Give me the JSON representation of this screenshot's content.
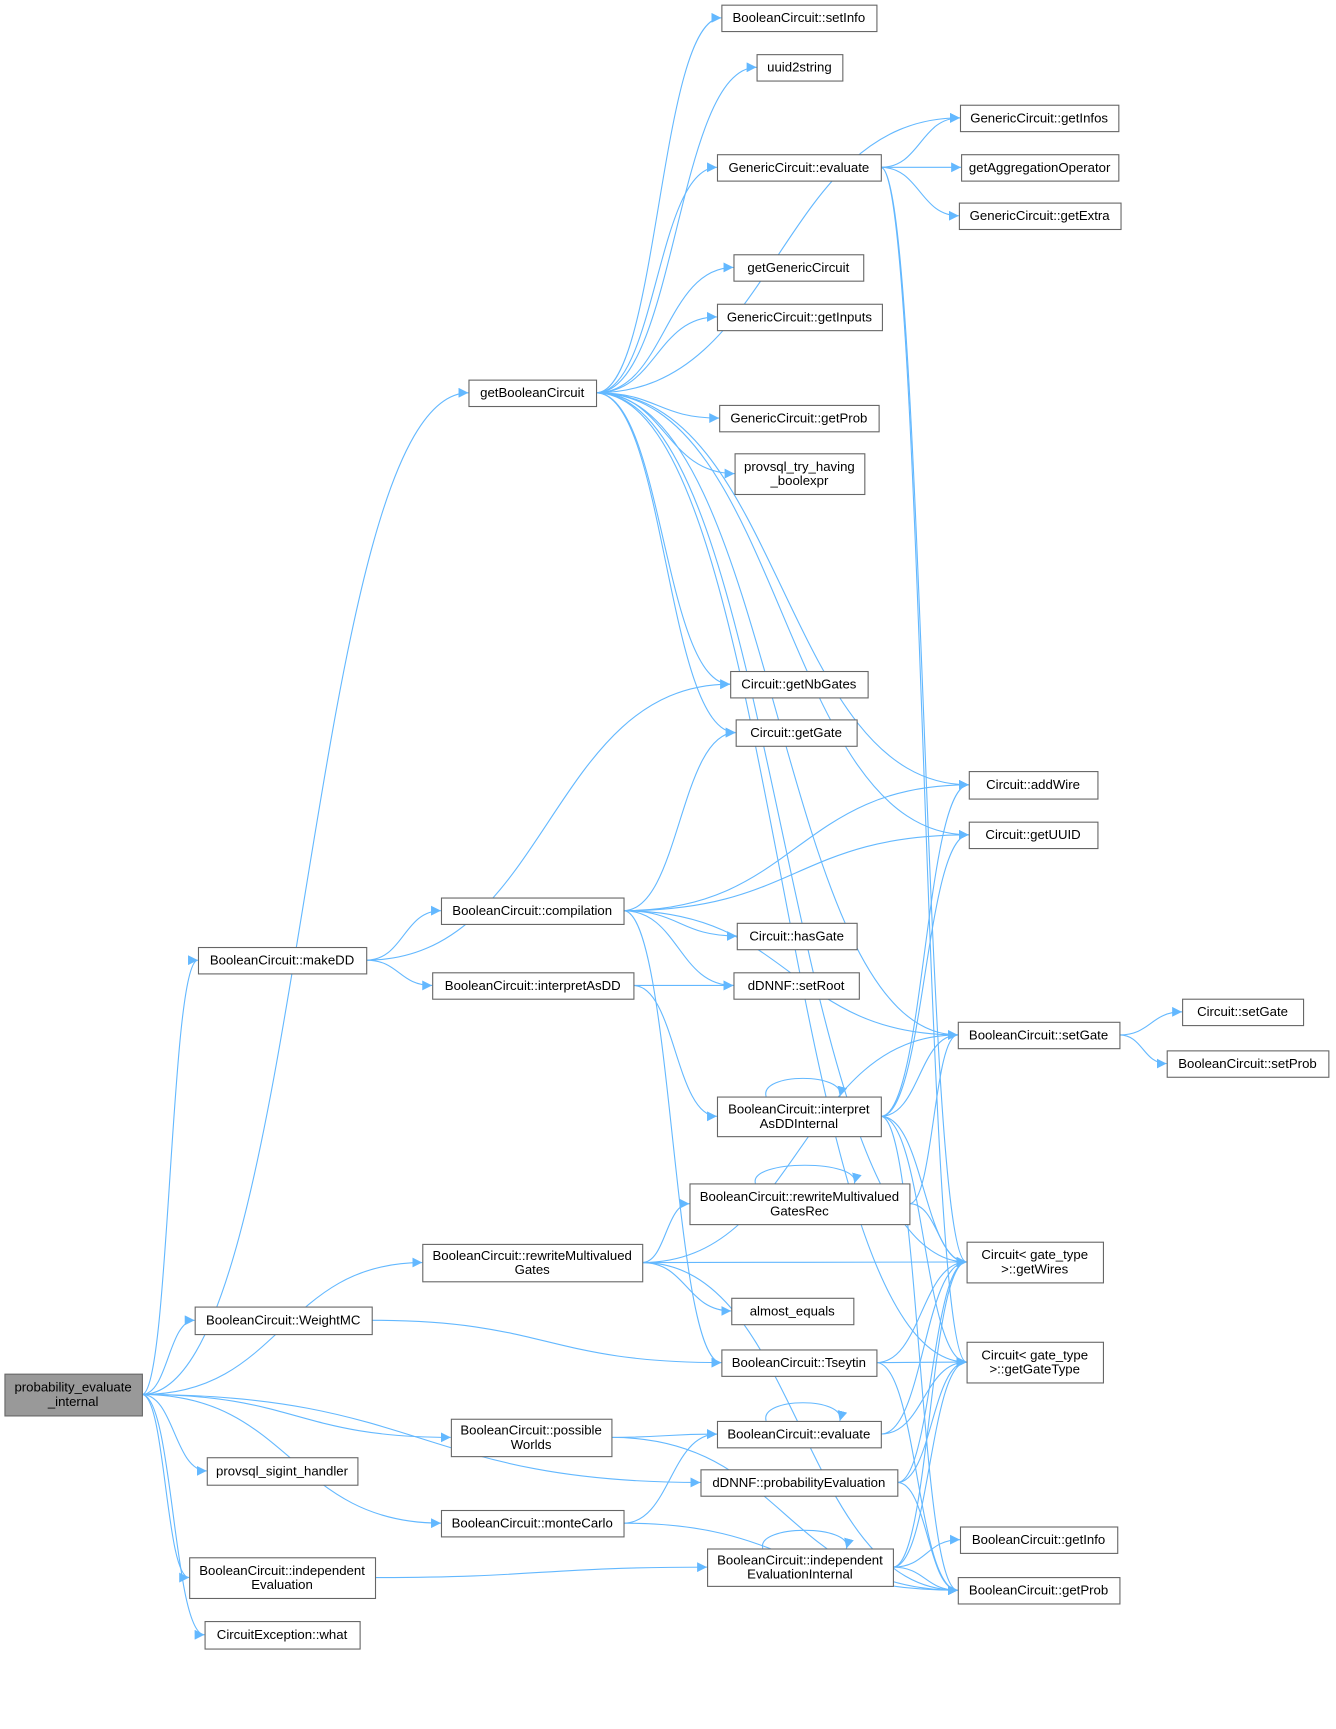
{
  "colors": {
    "edge": "#63b8ff",
    "node_border": "#666666",
    "root_fill": "#999999",
    "node_fill": "#ffffff"
  },
  "nodes": [
    {
      "id": "pe",
      "lines": [
        "probability_evaluate",
        "_internal"
      ],
      "root": true
    },
    {
      "id": "gbc",
      "lines": [
        "getBooleanCircuit"
      ]
    },
    {
      "id": "makedd",
      "lines": [
        "BooleanCircuit::makeDD"
      ]
    },
    {
      "id": "rmg",
      "lines": [
        "BooleanCircuit::rewriteMultivalued",
        "Gates"
      ]
    },
    {
      "id": "wmc",
      "lines": [
        "BooleanCircuit::WeightMC"
      ]
    },
    {
      "id": "pw",
      "lines": [
        "BooleanCircuit::possible",
        "Worlds"
      ]
    },
    {
      "id": "sig",
      "lines": [
        "provsql_sigint_handler"
      ]
    },
    {
      "id": "mc",
      "lines": [
        "BooleanCircuit::monteCarlo"
      ]
    },
    {
      "id": "ie",
      "lines": [
        "BooleanCircuit::independent",
        "Evaluation"
      ]
    },
    {
      "id": "what",
      "lines": [
        "CircuitException::what"
      ]
    },
    {
      "id": "setinfo",
      "lines": [
        "BooleanCircuit::setInfo"
      ]
    },
    {
      "id": "uuid",
      "lines": [
        "uuid2string"
      ]
    },
    {
      "id": "geval",
      "lines": [
        "GenericCircuit::evaluate"
      ]
    },
    {
      "id": "ggc",
      "lines": [
        "getGenericCircuit"
      ]
    },
    {
      "id": "ginputs",
      "lines": [
        "GenericCircuit::getInputs"
      ]
    },
    {
      "id": "gprob",
      "lines": [
        "GenericCircuit::getProb"
      ]
    },
    {
      "id": "try",
      "lines": [
        "provsql_try_having",
        "_boolexpr"
      ]
    },
    {
      "id": "nbg",
      "lines": [
        "Circuit::getNbGates"
      ]
    },
    {
      "id": "getgate",
      "lines": [
        "Circuit::getGate"
      ]
    },
    {
      "id": "comp",
      "lines": [
        "BooleanCircuit::compilation"
      ]
    },
    {
      "id": "hasgate",
      "lines": [
        "Circuit::hasGate"
      ]
    },
    {
      "id": "iadd",
      "lines": [
        "BooleanCircuit::interpretAsDD"
      ]
    },
    {
      "id": "setroot",
      "lines": [
        "dDNNF::setRoot"
      ]
    },
    {
      "id": "iaddi",
      "lines": [
        "BooleanCircuit::interpret",
        "AsDDInternal"
      ]
    },
    {
      "id": "rmgr",
      "lines": [
        "BooleanCircuit::rewriteMultivalued",
        "GatesRec"
      ]
    },
    {
      "id": "ae",
      "lines": [
        "almost_equals"
      ]
    },
    {
      "id": "ts",
      "lines": [
        "BooleanCircuit::Tseytin"
      ]
    },
    {
      "id": "beval",
      "lines": [
        "BooleanCircuit::evaluate"
      ]
    },
    {
      "id": "dpe",
      "lines": [
        "dDNNF::probabilityEvaluation"
      ]
    },
    {
      "id": "iei",
      "lines": [
        "BooleanCircuit::independent",
        "EvaluationInternal"
      ]
    },
    {
      "id": "ginfos",
      "lines": [
        "GenericCircuit::getInfos"
      ]
    },
    {
      "id": "gagg",
      "lines": [
        "getAggregationOperator"
      ]
    },
    {
      "id": "gextra",
      "lines": [
        "GenericCircuit::getExtra"
      ]
    },
    {
      "id": "addwire",
      "lines": [
        "Circuit::addWire"
      ]
    },
    {
      "id": "getuuid",
      "lines": [
        "Circuit::getUUID"
      ]
    },
    {
      "id": "bsetgate",
      "lines": [
        "BooleanCircuit::setGate"
      ]
    },
    {
      "id": "wires",
      "lines": [
        "Circuit< gate_type",
        ">::getWires"
      ]
    },
    {
      "id": "gtype",
      "lines": [
        "Circuit< gate_type",
        ">::getGateType"
      ]
    },
    {
      "id": "binfo",
      "lines": [
        "BooleanCircuit::getInfo"
      ]
    },
    {
      "id": "bprob",
      "lines": [
        "BooleanCircuit::getProb"
      ]
    },
    {
      "id": "csetgate",
      "lines": [
        "Circuit::setGate"
      ]
    },
    {
      "id": "setprob",
      "lines": [
        "BooleanCircuit::setProb"
      ]
    }
  ],
  "edges": [
    [
      "pe",
      "gbc"
    ],
    [
      "pe",
      "makedd"
    ],
    [
      "pe",
      "rmg"
    ],
    [
      "pe",
      "wmc"
    ],
    [
      "pe",
      "dpe"
    ],
    [
      "pe",
      "pw"
    ],
    [
      "pe",
      "sig"
    ],
    [
      "pe",
      "mc"
    ],
    [
      "pe",
      "ie"
    ],
    [
      "pe",
      "what"
    ],
    [
      "gbc",
      "setinfo"
    ],
    [
      "gbc",
      "uuid"
    ],
    [
      "gbc",
      "ginfos"
    ],
    [
      "gbc",
      "geval"
    ],
    [
      "gbc",
      "addwire"
    ],
    [
      "gbc",
      "ggc"
    ],
    [
      "gbc",
      "ginputs"
    ],
    [
      "gbc",
      "gprob"
    ],
    [
      "gbc",
      "try"
    ],
    [
      "gbc",
      "nbg"
    ],
    [
      "gbc",
      "getgate"
    ],
    [
      "gbc",
      "getuuid"
    ],
    [
      "gbc",
      "bsetgate"
    ],
    [
      "gbc",
      "wires"
    ],
    [
      "gbc",
      "gtype"
    ],
    [
      "geval",
      "ginfos"
    ],
    [
      "geval",
      "gagg"
    ],
    [
      "geval",
      "gextra"
    ],
    [
      "geval",
      "wires"
    ],
    [
      "geval",
      "gtype"
    ],
    [
      "makedd",
      "nbg"
    ],
    [
      "makedd",
      "comp"
    ],
    [
      "makedd",
      "iadd"
    ],
    [
      "comp",
      "getgate"
    ],
    [
      "comp",
      "addwire"
    ],
    [
      "comp",
      "getuuid"
    ],
    [
      "comp",
      "bsetgate"
    ],
    [
      "comp",
      "hasgate"
    ],
    [
      "comp",
      "setroot"
    ],
    [
      "comp",
      "ts"
    ],
    [
      "iadd",
      "setroot"
    ],
    [
      "iadd",
      "iaddi"
    ],
    [
      "iaddi",
      "iaddi"
    ],
    [
      "iaddi",
      "addwire"
    ],
    [
      "iaddi",
      "getuuid"
    ],
    [
      "iaddi",
      "bsetgate"
    ],
    [
      "iaddi",
      "wires"
    ],
    [
      "iaddi",
      "gtype"
    ],
    [
      "iaddi",
      "bprob"
    ],
    [
      "rmg",
      "bsetgate"
    ],
    [
      "rmg",
      "rmgr"
    ],
    [
      "rmg",
      "wires"
    ],
    [
      "rmg",
      "ae"
    ],
    [
      "rmg",
      "bprob"
    ],
    [
      "rmgr",
      "rmgr"
    ],
    [
      "rmgr",
      "bsetgate"
    ],
    [
      "rmgr",
      "wires"
    ],
    [
      "wmc",
      "ts"
    ],
    [
      "ts",
      "wires"
    ],
    [
      "ts",
      "gtype"
    ],
    [
      "ts",
      "bprob"
    ],
    [
      "pw",
      "beval"
    ],
    [
      "pw",
      "bprob"
    ],
    [
      "beval",
      "beval"
    ],
    [
      "beval",
      "wires"
    ],
    [
      "beval",
      "gtype"
    ],
    [
      "dpe",
      "wires"
    ],
    [
      "dpe",
      "gtype"
    ],
    [
      "dpe",
      "bprob"
    ],
    [
      "mc",
      "beval"
    ],
    [
      "mc",
      "bprob"
    ],
    [
      "ie",
      "iei"
    ],
    [
      "iei",
      "iei"
    ],
    [
      "iei",
      "binfo"
    ],
    [
      "iei",
      "bprob"
    ],
    [
      "iei",
      "wires"
    ],
    [
      "iei",
      "gtype"
    ],
    [
      "bsetgate",
      "csetgate"
    ],
    [
      "bsetgate",
      "setprob"
    ]
  ]
}
